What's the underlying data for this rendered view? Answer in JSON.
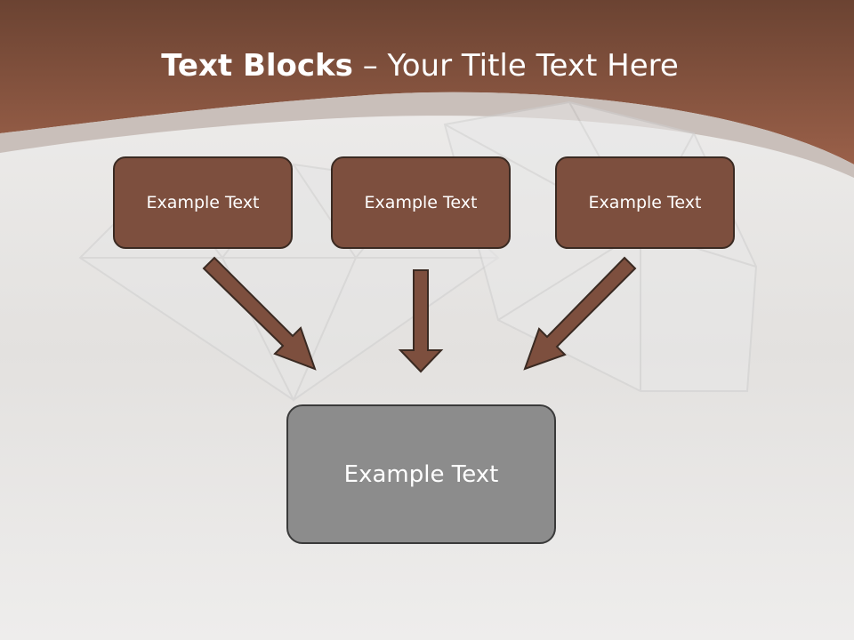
{
  "slide": {
    "title_bold": "Text Blocks",
    "title_rest": " – Your Title Text Here",
    "boxes": [
      {
        "label": "Example Text"
      },
      {
        "label": "Example Text"
      },
      {
        "label": "Example Text"
      }
    ],
    "target_box": {
      "label": "Example Text"
    }
  },
  "colors": {
    "header": "#8a5642",
    "box_fill": "#7d4f3e",
    "target_fill": "#8c8c8c",
    "arrow_fill": "#7d4f3e"
  }
}
